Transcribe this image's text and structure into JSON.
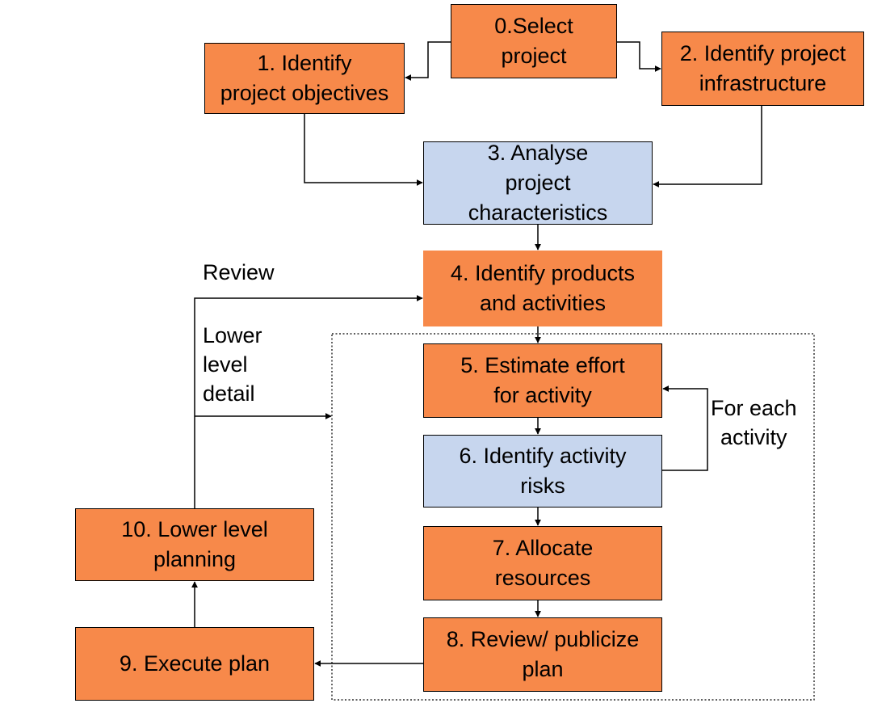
{
  "colors": {
    "orange": "#f7894a",
    "blue": "#c7d6ee",
    "border": "#000000",
    "line": "#000000"
  },
  "steps": {
    "s0": {
      "label": "0.Select\nproject"
    },
    "s1": {
      "label": "1. Identify\nproject objectives"
    },
    "s2": {
      "label": "2. Identify project\ninfrastructure"
    },
    "s3": {
      "label": "3. Analyse\nproject\ncharacteristics"
    },
    "s4": {
      "label": "4. Identify products\nand activities"
    },
    "s5": {
      "label": "5. Estimate effort\nfor activity"
    },
    "s6": {
      "label": "6. Identify activity\nrisks"
    },
    "s7": {
      "label": "7. Allocate\nresources"
    },
    "s8": {
      "label": "8. Review/ publicize\nplan"
    },
    "s9": {
      "label": "9. Execute plan"
    },
    "s10": {
      "label": "10. Lower level\nplanning"
    }
  },
  "labels": {
    "review": "Review",
    "lower_level_detail": "Lower\nlevel\ndetail",
    "for_each_activity": "For each\nactivity"
  }
}
